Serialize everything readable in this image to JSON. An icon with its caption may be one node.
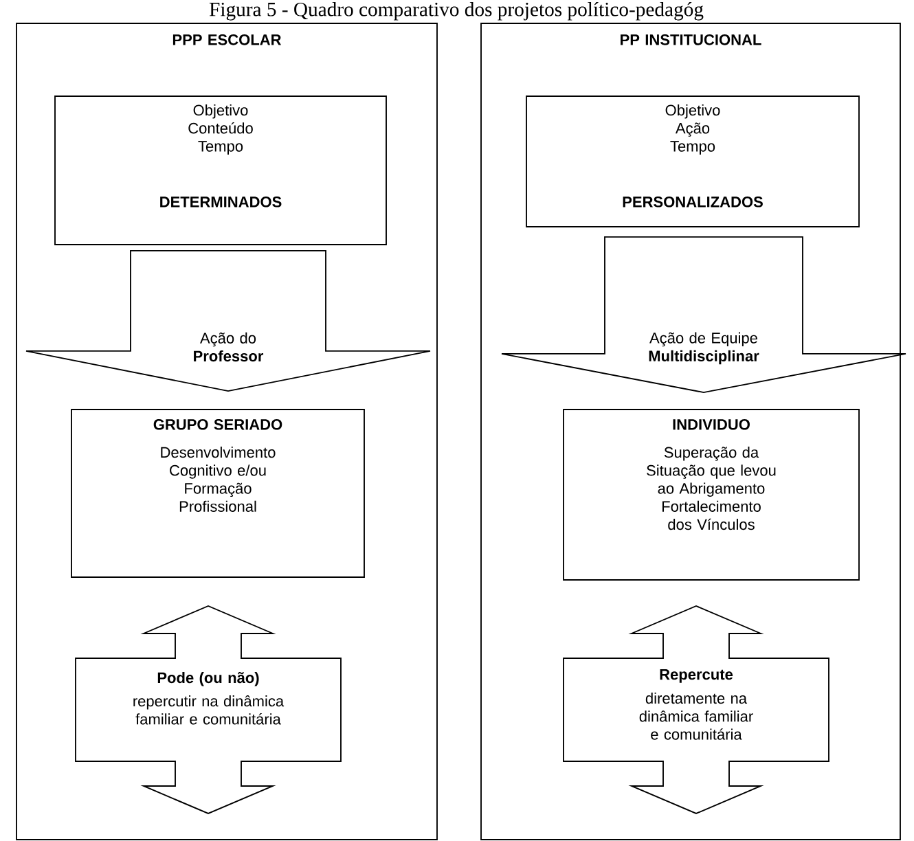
{
  "diagram": {
    "title": "Figura 5 - Quadro comparativo dos projetos político-pedagóg",
    "nodes": [
      {
        "text": [
          "PPP ESCOLAR"
        ]
      },
      {
        "text": [
          "Objetivo Conteúdo Tempo",
          "DETERMINADOS"
        ],
        "in": 0
      },
      {
        "text": [
          "GRUPO SERIADO",
          "Desenvolvimento Cognitivo e/ou Formação Profissional"
        ],
        "in": 0
      },
      {
        "text": [
          "Pode (ou não)",
          "repercutir na dinâmica familiar e comunitária"
        ],
        "in": 0
      },
      {
        "text": [
          "PP INSTITUCIONAL"
        ]
      },
      {
        "text": [
          "Objetivo Ação Tempo",
          "PERSONALIZADOS"
        ],
        "in": 4
      },
      {
        "text": [
          "INDIVIDUO",
          "Superação da Situação que levou ao Abrigamento Fortalecimento dos Vínculos"
        ],
        "in": 4
      },
      {
        "text": [
          "Repercute",
          "diretamente na dinâmica familiar e comunitária"
        ],
        "in": 4
      }
    ],
    "edges": [
      {
        "from": 1,
        "to": 2,
        "arrow": "to",
        "label": "Ação do **Professor**"
      },
      {
        "from": 5,
        "to": 6,
        "arrow": "to",
        "label": "Ação de Equipe **Multidisciplinar**"
      }
    ]
  }
}
